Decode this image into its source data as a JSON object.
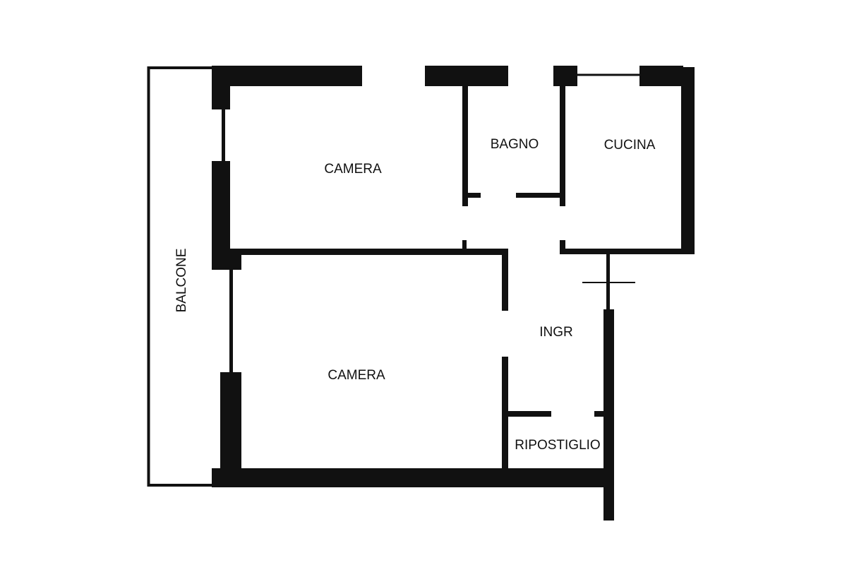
{
  "plan": {
    "wall_color": "#111111",
    "rooms": {
      "camera_top": "CAMERA",
      "bagno": "BAGNO",
      "cucina": "CUCINA",
      "ingresso": "INGR",
      "camera_bottom": "CAMERA",
      "ripostiglio": "RIPOSTIGLIO",
      "balcone": "BALCONE"
    }
  }
}
